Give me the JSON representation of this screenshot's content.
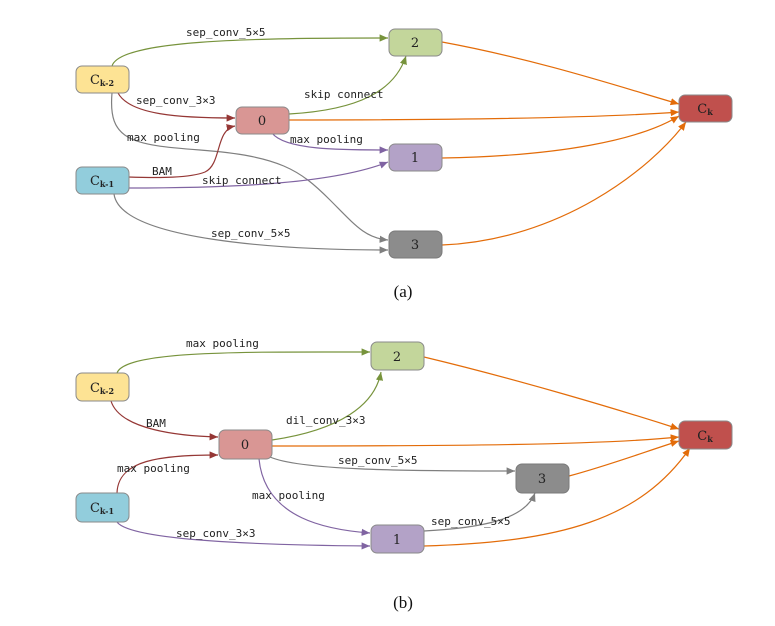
{
  "colors": {
    "node_prev2": "#fde394",
    "node_prev1": "#92cddc",
    "node_0": "#d99694",
    "node_1": "#b3a2c7",
    "node_2": "#c3d69b",
    "node_3": "#8c8c8c",
    "node_out": "#c0504d",
    "node_border": "#8a8a8a",
    "edge_green": "#77933c",
    "edge_red": "#953735",
    "edge_purple": "#8064a2",
    "edge_gray": "#7f7f7f",
    "edge_orange": "#e36c09"
  },
  "diagrams": [
    {
      "caption": "(a)",
      "nodes": {
        "prev2": {
          "main": "C",
          "sub": "k-2"
        },
        "prev1": {
          "main": "C",
          "sub": "k-1"
        },
        "n0": {
          "main": "0",
          "sub": ""
        },
        "n1": {
          "main": "1",
          "sub": ""
        },
        "n2": {
          "main": "2",
          "sub": ""
        },
        "n3": {
          "main": "3",
          "sub": ""
        },
        "out": {
          "main": "C",
          "sub": "k"
        }
      },
      "edges": [
        {
          "from": "C_k-2",
          "to": "2",
          "op": "sep_conv_5×5"
        },
        {
          "from": "C_k-2",
          "to": "0",
          "op": "sep_conv_3×3"
        },
        {
          "from": "C_k-2",
          "to": "3",
          "op": "max pooling"
        },
        {
          "from": "C_k-1",
          "to": "0",
          "op": "BAM"
        },
        {
          "from": "C_k-1",
          "to": "1",
          "op": "skip connect"
        },
        {
          "from": "C_k-1",
          "to": "3",
          "op": "sep_conv_5×5"
        },
        {
          "from": "0",
          "to": "2",
          "op": "skip connect"
        },
        {
          "from": "0",
          "to": "1",
          "op": "max pooling"
        },
        {
          "from": "0",
          "to": "C_k",
          "op": ""
        },
        {
          "from": "1",
          "to": "C_k",
          "op": ""
        },
        {
          "from": "2",
          "to": "C_k",
          "op": ""
        },
        {
          "from": "3",
          "to": "C_k",
          "op": ""
        }
      ]
    },
    {
      "caption": "(b)",
      "nodes": {
        "prev2": {
          "main": "C",
          "sub": "k-2"
        },
        "prev1": {
          "main": "C",
          "sub": "k-1"
        },
        "n0": {
          "main": "0",
          "sub": ""
        },
        "n1": {
          "main": "1",
          "sub": ""
        },
        "n2": {
          "main": "2",
          "sub": ""
        },
        "n3": {
          "main": "3",
          "sub": ""
        },
        "out": {
          "main": "C",
          "sub": "k"
        }
      },
      "edges": [
        {
          "from": "C_k-2",
          "to": "2",
          "op": "max pooling"
        },
        {
          "from": "C_k-2",
          "to": "0",
          "op": "BAM"
        },
        {
          "from": "C_k-1",
          "to": "0",
          "op": "max pooling"
        },
        {
          "from": "C_k-1",
          "to": "1",
          "op": "sep_conv_3×3"
        },
        {
          "from": "0",
          "to": "2",
          "op": "dil_conv_3×3"
        },
        {
          "from": "0",
          "to": "3",
          "op": "sep_conv_5×5"
        },
        {
          "from": "0",
          "to": "1",
          "op": "max pooling"
        },
        {
          "from": "1",
          "to": "3",
          "op": "sep_conv_5×5"
        },
        {
          "from": "0",
          "to": "C_k",
          "op": ""
        },
        {
          "from": "1",
          "to": "C_k",
          "op": ""
        },
        {
          "from": "2",
          "to": "C_k",
          "op": ""
        },
        {
          "from": "3",
          "to": "C_k",
          "op": ""
        }
      ]
    }
  ]
}
